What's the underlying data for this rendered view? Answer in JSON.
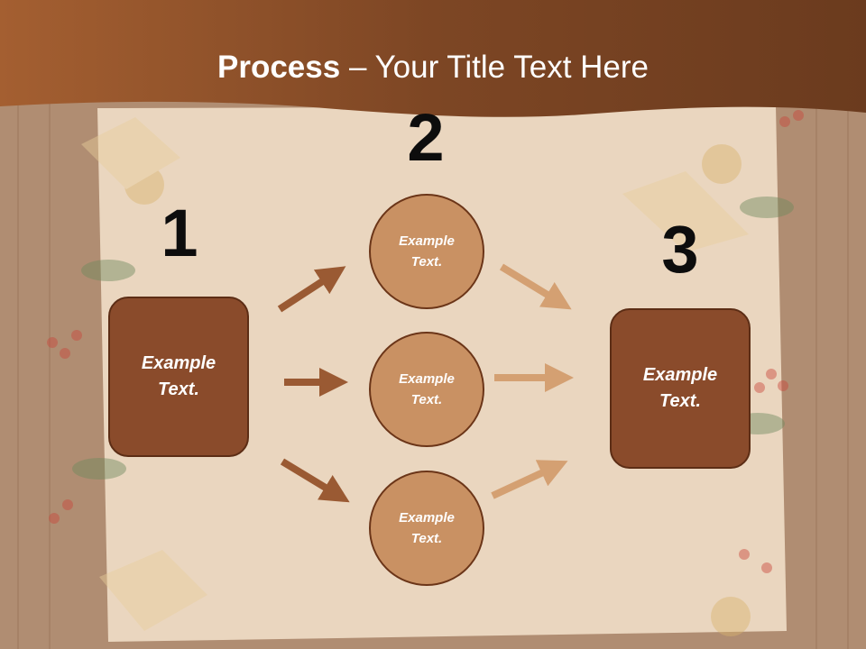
{
  "title": {
    "bold": "Process",
    "rest": " – Your Title Text Here"
  },
  "steps": [
    {
      "number": "1",
      "label": "Example Text."
    },
    {
      "number": "2",
      "items": [
        "Example Text.",
        "Example Text.",
        "Example Text."
      ]
    },
    {
      "number": "3",
      "label": "Example Text."
    }
  ],
  "colors": {
    "header": "#7a4523",
    "box_fill": "#8a4b2b",
    "circle_fill": "#c99163",
    "arrow_dark": "#9a5a33",
    "arrow_light": "#d4a072"
  }
}
